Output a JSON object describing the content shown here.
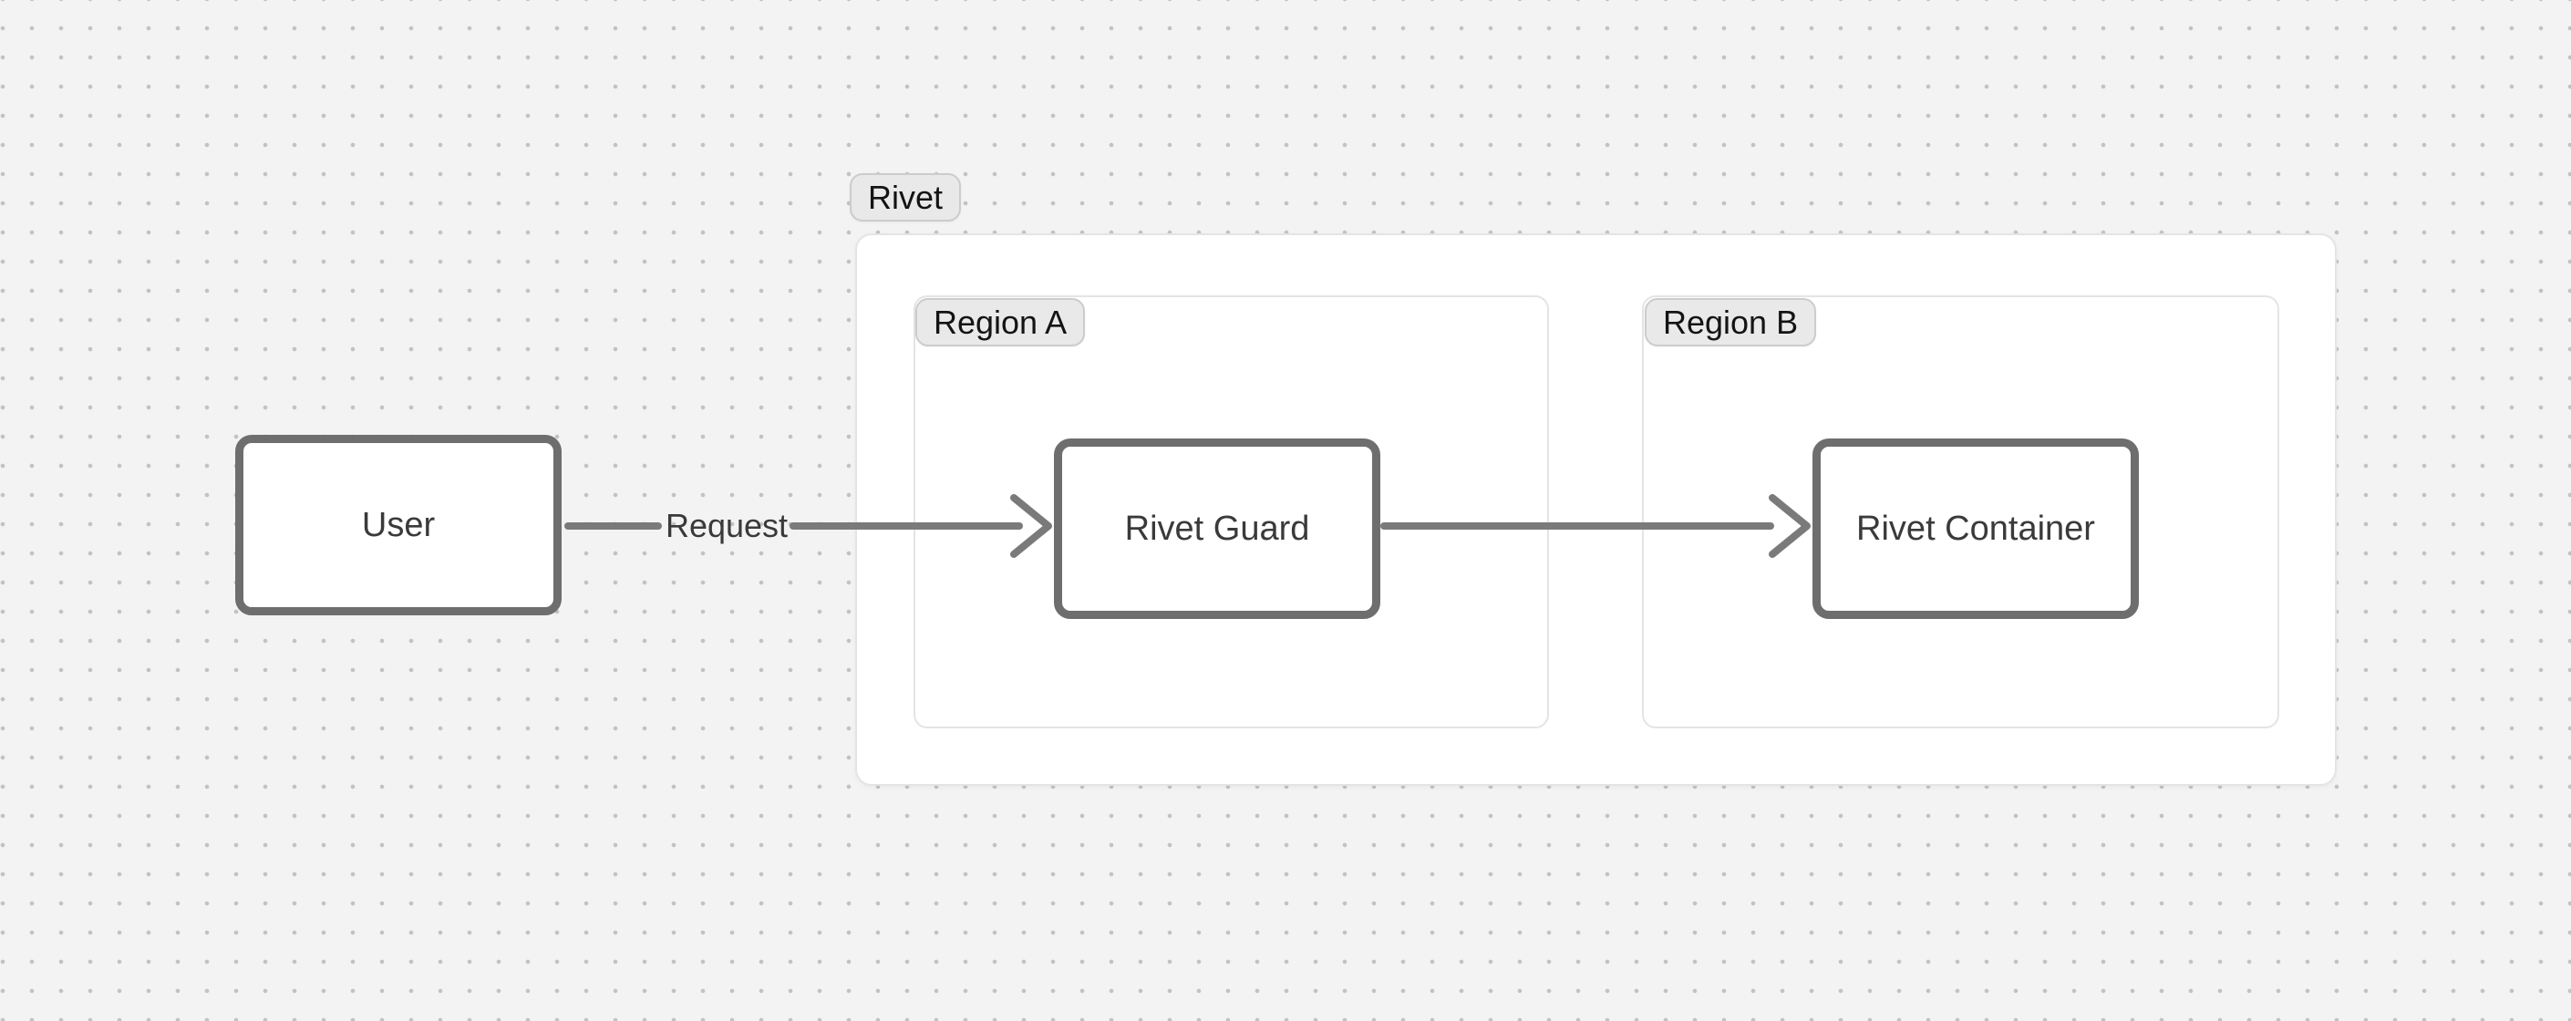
{
  "diagram": {
    "groups": {
      "rivet": {
        "label": "Rivet"
      },
      "region_a": {
        "label": "Region A"
      },
      "region_b": {
        "label": "Region B"
      }
    },
    "nodes": {
      "user": {
        "label": "User"
      },
      "rivet_guard": {
        "label": "Rivet Guard"
      },
      "rivet_container": {
        "label": "Rivet Container"
      }
    },
    "edges": {
      "user_to_guard": {
        "from": "User",
        "to": "Rivet Guard",
        "label": "Request"
      },
      "guard_to_container": {
        "from": "Rivet Guard",
        "to": "Rivet Container"
      }
    },
    "colors": {
      "canvas_bg": "#f3f3f3",
      "dot": "#c2c2c2",
      "node_border": "#6e6e6e",
      "node_bg": "#ffffff",
      "arrow": "#7a7a7a",
      "group_border": "#e4e4e4",
      "group_bg": "#ffffff",
      "pill_bg": "#e9e9e9",
      "pill_border": "#cccccc",
      "text": "#3a3a3a",
      "pill_text": "#141414"
    }
  }
}
